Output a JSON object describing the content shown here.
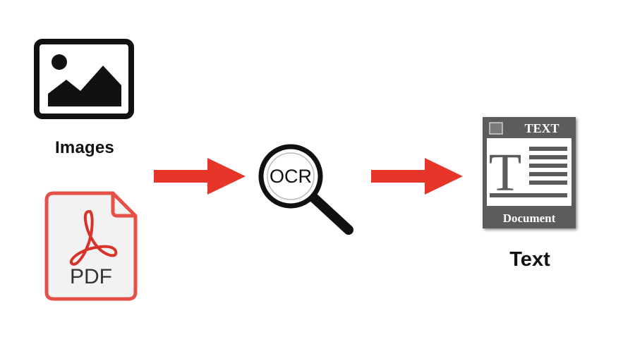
{
  "inputs": {
    "images_label": "Images",
    "pdf_label": "PDF"
  },
  "process": {
    "ocr_label": "OCR"
  },
  "output": {
    "doc_header": "TEXT",
    "doc_glyph": "T",
    "doc_footer": "Document",
    "text_label": "Text"
  },
  "colors": {
    "arrow": "#e8352a",
    "pdf_border": "#e55147",
    "pdf_fill": "#f2f2f2",
    "acrobat": "#d9322a",
    "doc_gray": "#5b5b5b",
    "ink": "#111111"
  },
  "icons": {
    "images": "image-photo-icon",
    "pdf": "pdf-file-icon",
    "ocr": "magnifier-icon",
    "document": "text-document-icon"
  }
}
